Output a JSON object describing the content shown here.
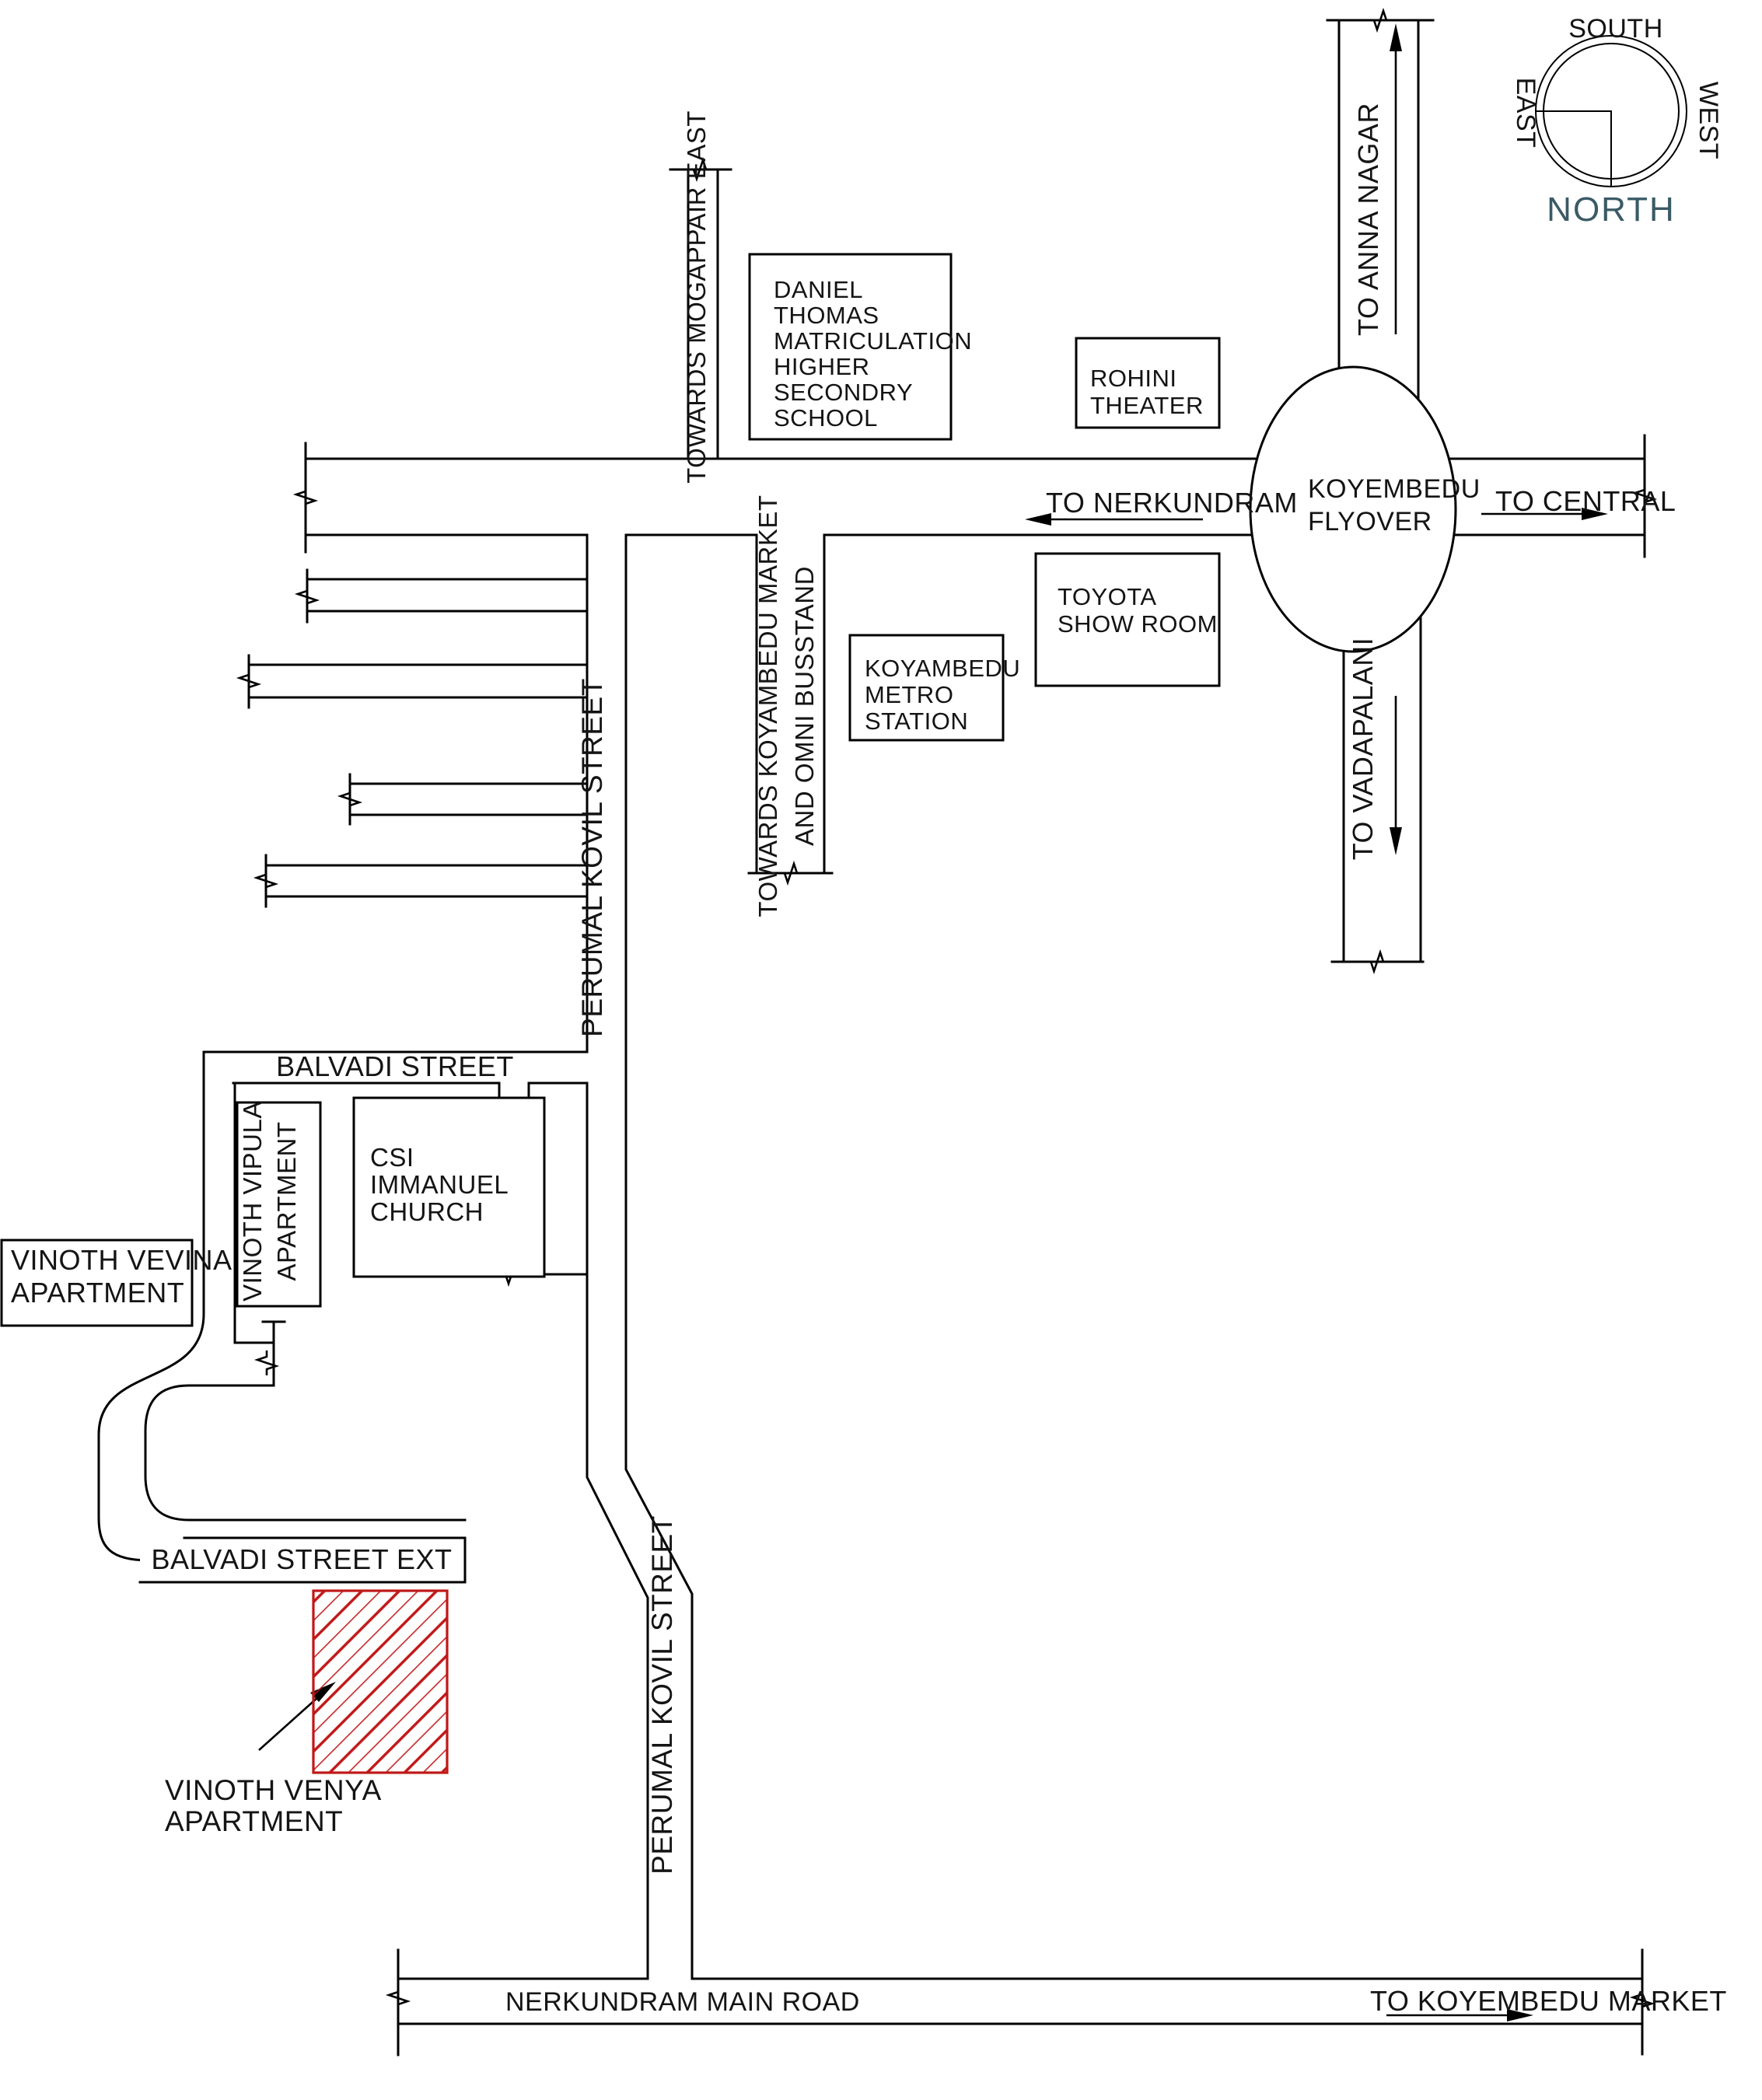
{
  "compass": {
    "south": "SOUTH",
    "east": "EAST",
    "west": "WEST",
    "north": "NORTH"
  },
  "roads": {
    "to_anna_nagar": "TO ANNA NAGAR",
    "to_central": "TO  CENTRAL",
    "to_nerkundram": "TO  NERKUNDRAM",
    "to_vadapalani": "TO VADAPALANI",
    "towards_mogappair_east": "TOWARDS MOGAPPAIR EAST",
    "towards_koyambedu_market_line1": "TOWARDS KOYAMBEDU MARKET",
    "towards_koyambedu_market_line2": "AND OMNI BUSSTAND",
    "perumal_kovil_street_upper": "PERUMAL KOVIL STREET",
    "perumal_kovil_street_lower": "PERUMAL KOVIL STREET",
    "balvadi_street": "BALVADI STREET",
    "balvadi_street_ext": "BALVADI STREET EXT",
    "nerkundram_main_road": "NERKUNDRAM  MAIN ROAD",
    "to_koyembedu_market": "TO  KOYEMBEDU MARKET"
  },
  "landmarks": {
    "flyover": [
      "KOYEMBEDU",
      "FLYOVER"
    ],
    "school": [
      "DANIEL",
      "THOMAS",
      "MATRICULATION",
      "HIGHER",
      "SECONDRY",
      "SCHOOL"
    ],
    "rohini_theater": [
      "ROHINI",
      "THEATER"
    ],
    "toyota_showroom": [
      "TOYOTA",
      "SHOW ROOM"
    ],
    "metro_station": [
      "KOYAMBEDU",
      "METRO",
      "STATION"
    ],
    "church": [
      "CSI",
      "IMMANUEL",
      "CHURCH"
    ],
    "vinoth_vipula": [
      "VINOTH VIPULA",
      "APARTMENT"
    ],
    "vinoth_vevina": [
      "VINOTH  VEVINA",
      "APARTMENT"
    ],
    "vinoth_venya": [
      "VINOTH VENYA",
      "APARTMENT"
    ]
  },
  "colors": {
    "line": "#000000",
    "text": "#141414",
    "hatch_red": "#c01818",
    "north_text": "#3a5a66",
    "background": "#ffffff"
  }
}
